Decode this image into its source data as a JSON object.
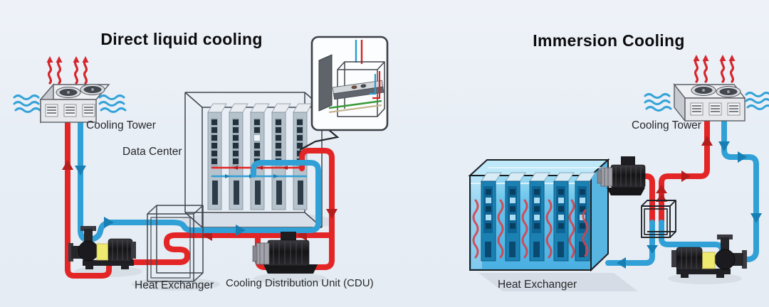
{
  "colors": {
    "hot_pipe": "#e32526",
    "cold_pipe": "#31a0d6",
    "hot_arrow": "#b51d1d",
    "cold_arrow": "#177fb3",
    "pump_yellow": "#eeea70",
    "tank_liquid": "#6cc5ec",
    "server_blue": "#1b80b2",
    "background": "#e8eef5"
  },
  "left_diagram": {
    "title": "Direct liquid cooling",
    "labels": {
      "cooling_tower": "Cooling Tower",
      "data_center": "Data Center",
      "heat_exchanger": "Heat Exchanger",
      "cdu": "Cooling Distribution Unit (CDU)"
    }
  },
  "right_diagram": {
    "title": "Immersion Cooling",
    "labels": {
      "cooling_tower": "Cooling Tower",
      "heat_exchanger": "Heat Exchanger"
    }
  }
}
